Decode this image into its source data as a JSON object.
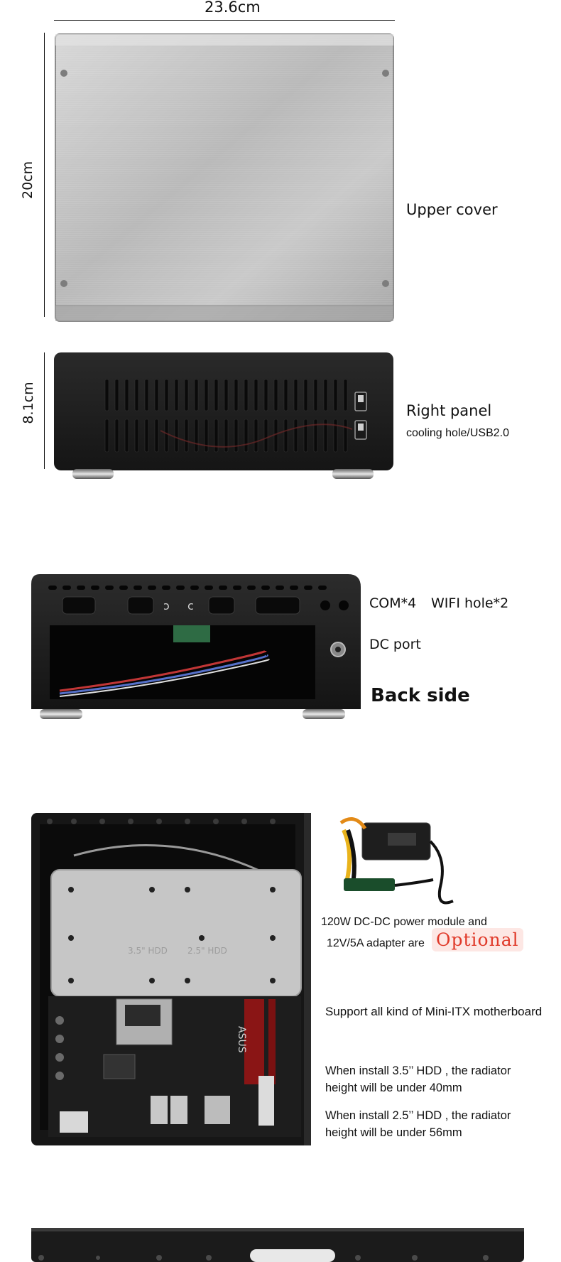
{
  "dimensions": {
    "width_label": "23.6cm",
    "depth_label": "20cm",
    "height_label": "8.1cm"
  },
  "upper_cover": {
    "title": "Upper cover"
  },
  "right_panel": {
    "title": "Right panel",
    "subtitle": "cooling hole/USB2.0"
  },
  "back_side": {
    "ports_label_1": "COM*4",
    "ports_label_2": "WIFI hole*2",
    "dc_label": "DC port",
    "title": "Back side"
  },
  "interior": {
    "power_line1": "120W DC-DC power module and",
    "power_line2": "12V/5A adapter are",
    "optional": "Optional",
    "support": "Support all kind of Mini-ITX motherboard",
    "hdd35_line1": "When install 3.5’’ HDD , the radiator",
    "hdd35_line2": "height will be under 40mm",
    "hdd25_line1": "When install 2.5’’ HDD , the radiator",
    "hdd25_line2": "height will be under 56mm",
    "board_brand": "ASUS",
    "bracket_label_a": "3.5\" HDD",
    "bracket_label_b": "2.5\" HDD"
  },
  "colors": {
    "optional_text": "#e03a2a",
    "optional_bg": "#fde7e4",
    "case_black": "#1b1b1b",
    "cover_silver": "#c4c4c4"
  }
}
